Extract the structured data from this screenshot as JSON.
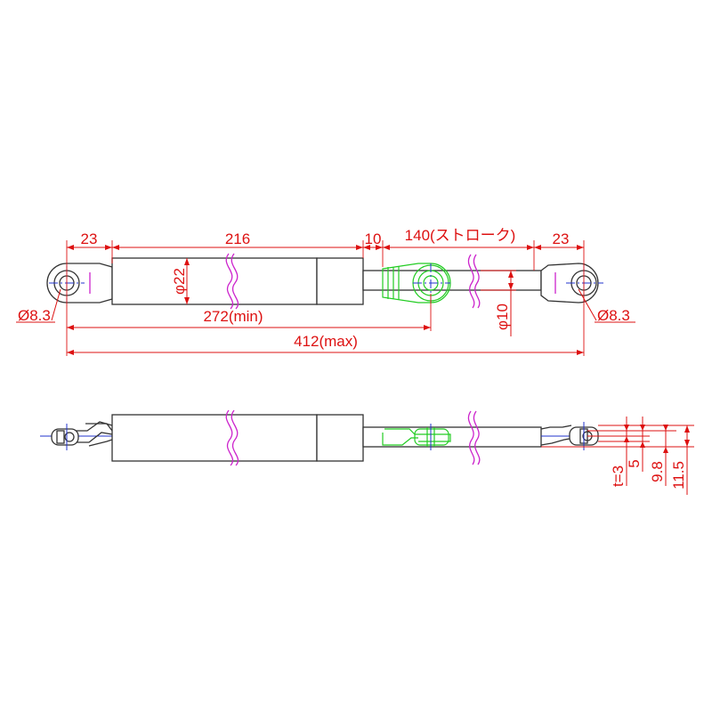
{
  "dimensions": {
    "end_left": "23",
    "cylinder_length": "216",
    "gap": "10",
    "stroke": "140(ストローク)",
    "end_right": "23",
    "cylinder_dia": "φ22",
    "hole_left": "Ø8.3",
    "hole_right": "Ø8.3",
    "min_length": "272(min)",
    "rod_dia": "φ10",
    "max_length": "412(max)",
    "thickness": "t=3",
    "side_5": "5",
    "side_98": "9.8",
    "side_115": "11.5"
  },
  "colors": {
    "dimension": "#dd1111",
    "outline": "#333333",
    "break_line": "#cc22cc",
    "extended_position": "#22cc22",
    "center_line": "#2233cc"
  }
}
